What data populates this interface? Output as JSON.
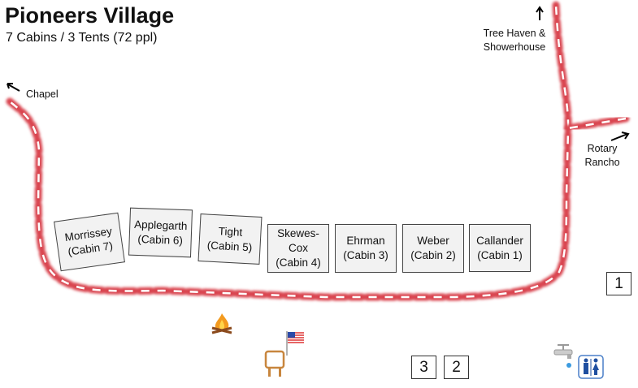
{
  "title": "Pioneers Village",
  "subtitle": "7 Cabins / 3 Tents (72 ppl)",
  "destinations": {
    "chapel": "Chapel",
    "tree_haven": "Tree Haven &",
    "showerhouse": "Showerhouse",
    "rotary": "Rotary",
    "rancho": "Rancho"
  },
  "cabins": [
    {
      "name": "Morrissey",
      "num": "(Cabin 7)"
    },
    {
      "name": "Applegarth",
      "num": "(Cabin 6)"
    },
    {
      "name": "Tight",
      "num": "(Cabin 5)"
    },
    {
      "name": "Skewes-Cox",
      "num": "(Cabin 4)"
    },
    {
      "name": "Ehrman",
      "num": "(Cabin 3)"
    },
    {
      "name": "Weber",
      "num": "(Cabin 2)"
    },
    {
      "name": "Callander",
      "num": "(Cabin 1)"
    }
  ],
  "tents": [
    "1",
    "3",
    "2"
  ],
  "icons": [
    "campfire-icon",
    "flag-icon",
    "sign-board-icon",
    "water-faucet-icon",
    "restroom-icon"
  ],
  "colors": {
    "path": "#d9454f"
  }
}
